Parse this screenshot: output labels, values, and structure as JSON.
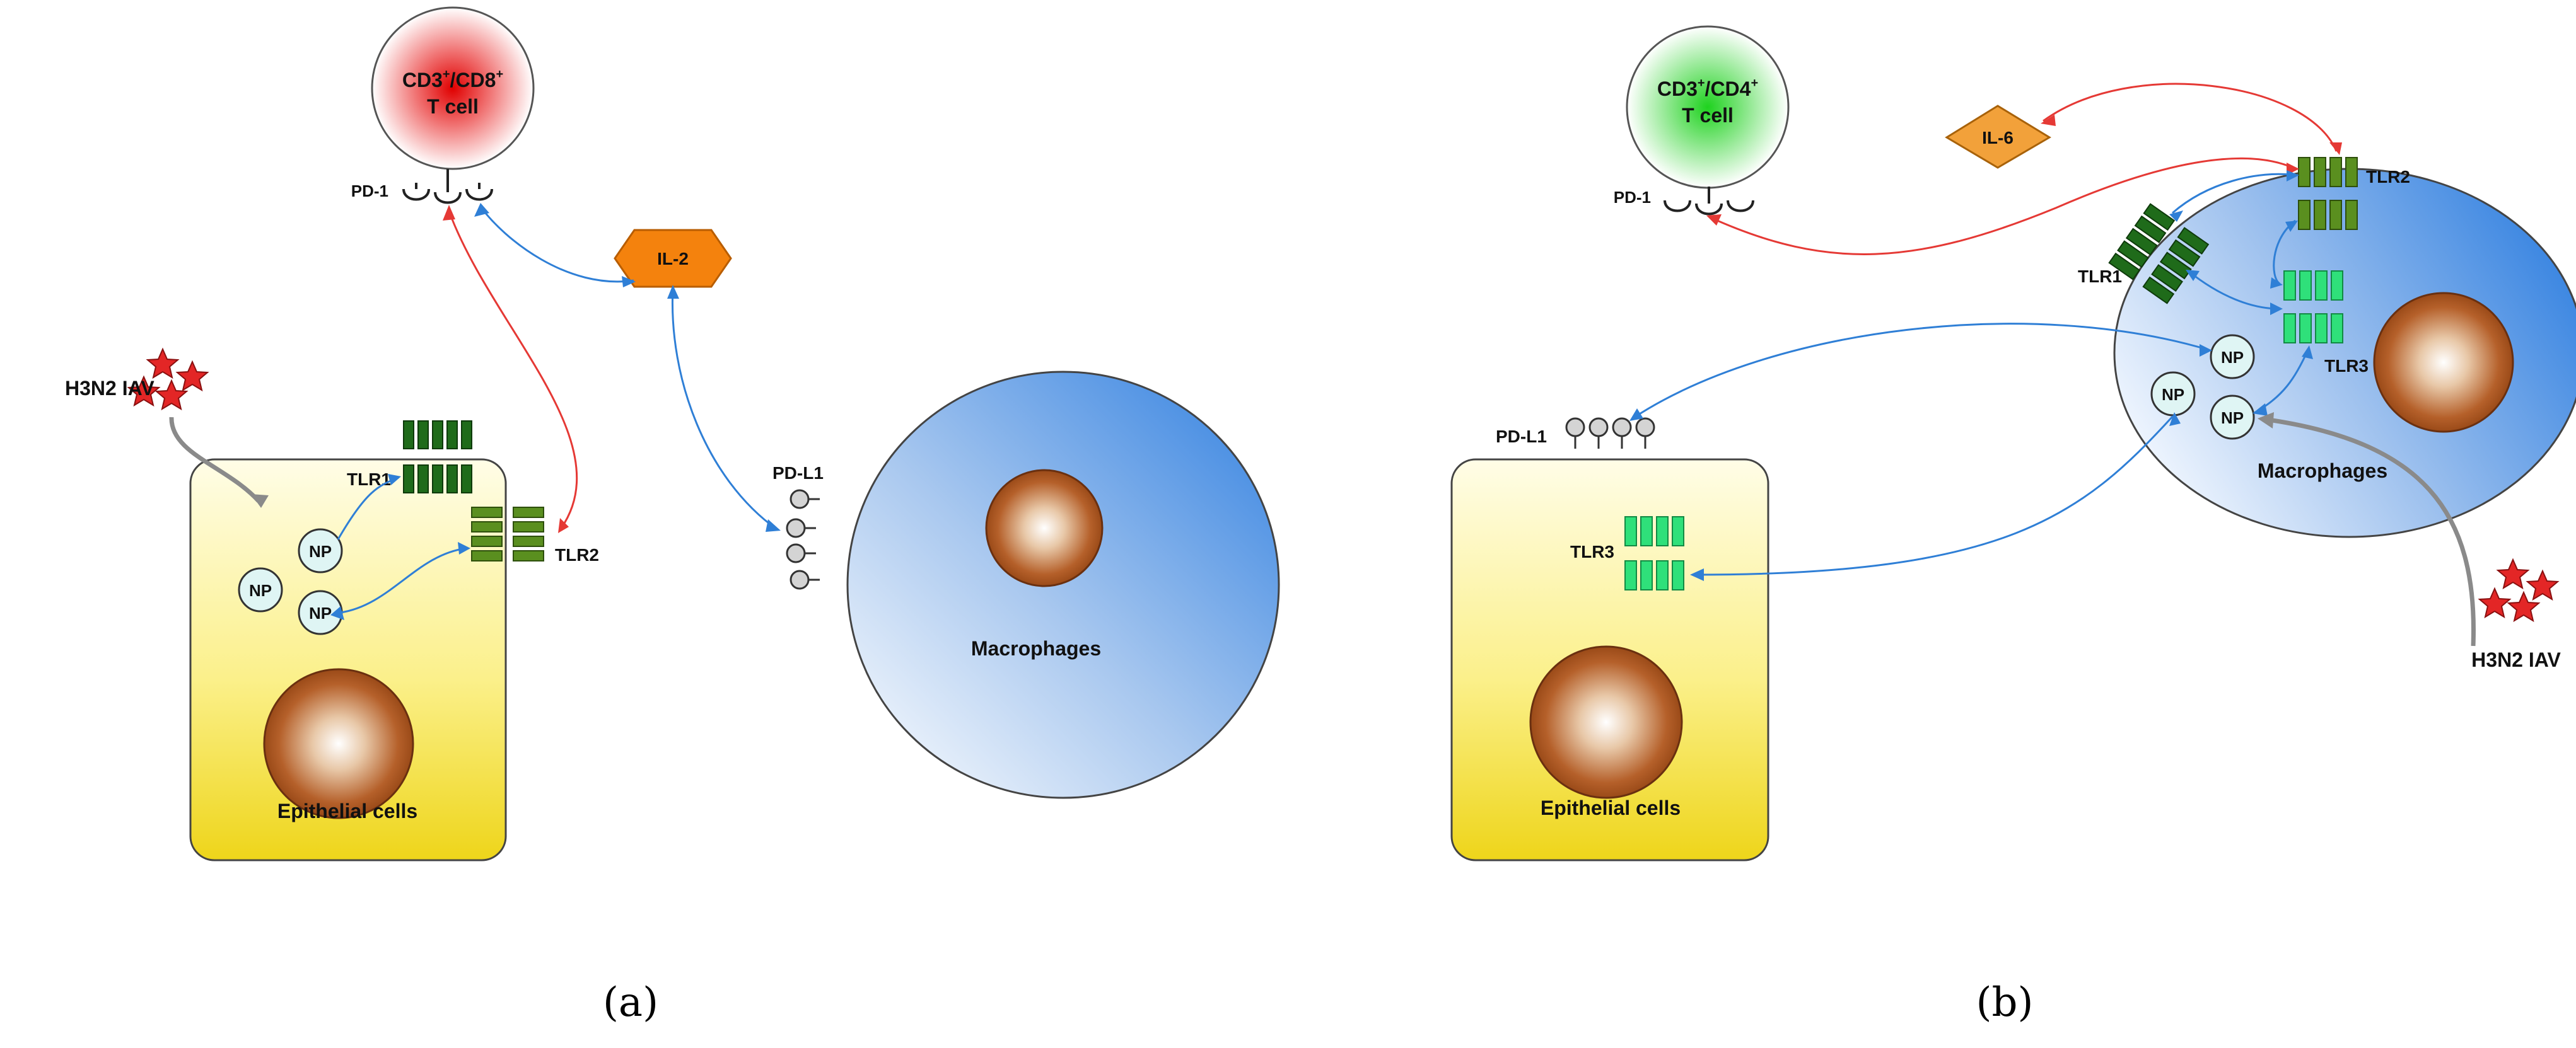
{
  "panel_a": {
    "caption": "(a)",
    "t_cell": {
      "line1": "CD3",
      "sup1": "+",
      "sep": "/CD8",
      "sup2": "+",
      "line2": "T cell"
    },
    "pd1": "PD-1",
    "cytokine": "IL-2",
    "virus": "H3N2 IAV",
    "tlr1": "TLR1",
    "tlr2": "TLR2",
    "np": "NP",
    "epithelial": "Epithelial cells",
    "pdl1": "PD-L1",
    "macrophage": "Macrophages"
  },
  "panel_b": {
    "caption": "(b)",
    "t_cell": {
      "line1": "CD3",
      "sup1": "+",
      "sep": "/CD4",
      "sup2": "+",
      "line2": "T cell"
    },
    "pd1": "PD-1",
    "cytokine": "IL-6",
    "tlr2": "TLR2",
    "tlr1": "TLR1",
    "tlr3_mac": "TLR3",
    "np": "NP",
    "pdl1": "PD-L1",
    "tlr3_epi": "TLR3",
    "epithelial": "Epithelial cells",
    "macrophage": "Macrophages",
    "virus": "H3N2 IAV"
  },
  "colors": {
    "blue_arrow": "#2f7fd6",
    "red_arrow": "#e53935",
    "gray_arrow": "#8a8a8a",
    "tlr_dark": "#1f6b1a",
    "tlr_olive": "#5a8f1f",
    "tlr3": "#2fe07a",
    "cytokine_a": "#f4820d",
    "cytokine_b": "#f2a13a"
  }
}
